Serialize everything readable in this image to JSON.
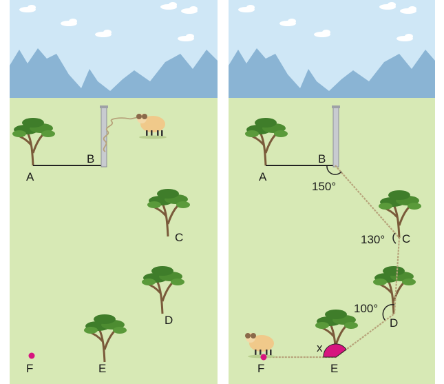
{
  "left_panel": {
    "points": {
      "A": "A",
      "B": "B",
      "C": "C",
      "D": "D",
      "E": "E",
      "F": "F"
    }
  },
  "right_panel": {
    "points": {
      "A": "A",
      "B": "B",
      "C": "C",
      "D": "D",
      "E": "E",
      "F": "F"
    },
    "angles": {
      "B": "150°",
      "C": "130°",
      "D": "100°",
      "E": "x"
    }
  },
  "colors": {
    "sky": "#cfe7f6",
    "mountain": "#8ab4d4",
    "grass": "#d7e9b5",
    "rope": "#b7a37b",
    "marker": "#d6157f",
    "line": "#222222"
  }
}
